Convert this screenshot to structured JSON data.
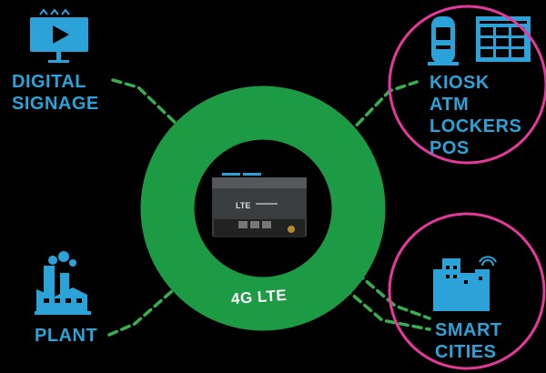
{
  "labels": {
    "digital_signage": "DIGITAL\nSIGNAGE",
    "kiosk_group": "KIOSK\nATM\nLOCKERS\nPOS",
    "plant": "PLANT",
    "smart_cities": "SMART\nCITIES",
    "ring": "4G LTE",
    "router_brand": "LTE"
  },
  "icons": {
    "signage": "digital-signage-icon",
    "kiosk": "kiosk-icon",
    "lockers": "lockers-icon",
    "plant": "factory-icon",
    "cities": "city-buildings-icon",
    "router": "lte-router-icon"
  },
  "colors": {
    "background": "#000000",
    "ring": "#1d9a44",
    "icons": "#2ba3d8",
    "connectors": "#36b04f",
    "highlight": "#e6399b"
  }
}
